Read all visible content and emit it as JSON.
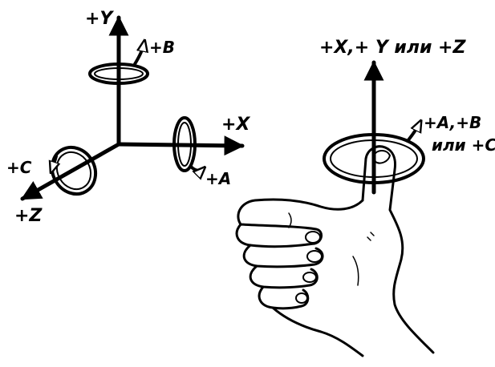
{
  "axes_diagram": {
    "y_label": "+Y",
    "x_label": "+X",
    "z_label": "+Z",
    "b_label": "+B",
    "a_label": "+A",
    "c_label": "+C"
  },
  "right_hand_rule": {
    "axis_label": "+X,+ Y или +Z",
    "rotation_label_line1": "+A,+B",
    "rotation_label_line2": "или +C"
  },
  "colors": {
    "ink": "#000000",
    "background": "#ffffff"
  }
}
